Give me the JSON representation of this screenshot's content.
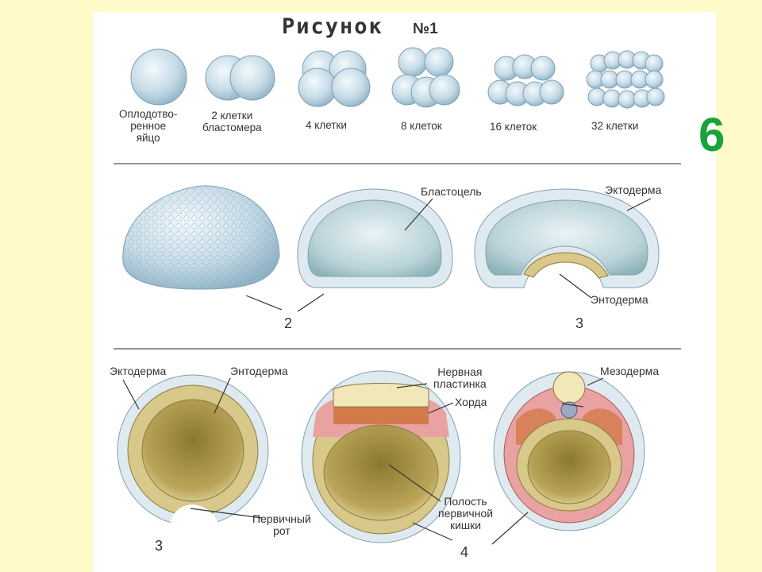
{
  "title": "Рисунок",
  "title_number": "№1",
  "slide_number": "6",
  "row1_captions": {
    "fertilized_egg": [
      "Оплодотво-",
      "ренное",
      "яйцо"
    ],
    "two_cells": [
      "2 клетки",
      "бластомера"
    ],
    "four_cells": "4 клетки",
    "eight_cells": "8 клеток",
    "sixteen_cells": "16 клеток",
    "thirtytwo_cells": "32 клетки"
  },
  "row2_labels": {
    "blastocoel": "Бластоцель",
    "ectoderm": "Эктодерма",
    "endoderm": "Энтодерма",
    "stage2": "2",
    "stage3": "3"
  },
  "row3_labels": {
    "ectoderm": "Эктодерма",
    "endoderm": "Энтодерма",
    "primary_mouth": [
      "Первичный",
      "рот"
    ],
    "neural_plate": [
      "Нервная",
      "пластинка"
    ],
    "chorda": "Хорда",
    "mesoderm": "Мезодерма",
    "gut_cavity": [
      "Полость",
      "первичной",
      "кишки"
    ],
    "stage3": "3",
    "stage4": "4"
  },
  "colors": {
    "background": "#fffbc8",
    "panel": "#ffffff",
    "cell_blue": "#cfe1ec",
    "yolk": "#c2ad5c",
    "endoderm_tan": "#d8c98a",
    "mesoderm_pink": "#e9a2a2",
    "chorda_orange": "#d27a4a",
    "slide_number": "#1aa33c"
  }
}
